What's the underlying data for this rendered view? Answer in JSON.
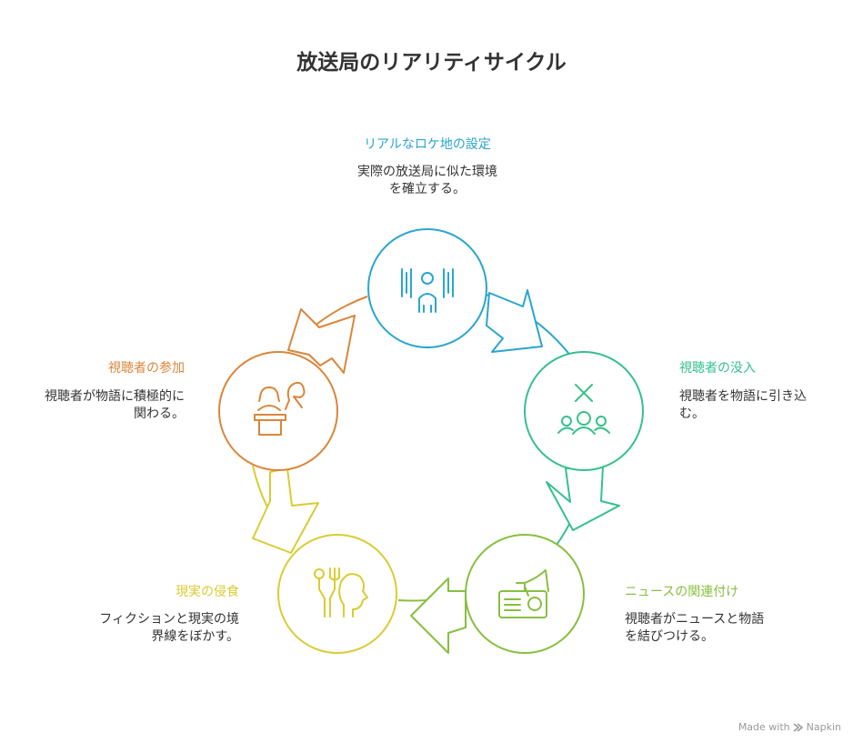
{
  "title": "放送局のリアリティサイクル",
  "stages": [
    {
      "id": "location",
      "title": "リアルなロケ地の設定",
      "desc": "実際の放送局に似た環境\nを確立する。",
      "color": "#2aa5cf",
      "icon": "broadcast-studio-person-icon"
    },
    {
      "id": "immersion",
      "title": "視聴者の没入",
      "desc": "視聴者を物語に引き込\nむ。",
      "color": "#35c08d",
      "icon": "audience-group-icon"
    },
    {
      "id": "news",
      "title": "ニュースの関連付け",
      "desc": "視聴者がニュースと物語\nを結びつける。",
      "color": "#88bf3f",
      "icon": "radio-megaphone-icon"
    },
    {
      "id": "erosion",
      "title": "現実の侵食",
      "desc": "フィクションと現実の境\n界線をぼかす。",
      "color": "#d9cc32",
      "icon": "head-utensils-icon"
    },
    {
      "id": "participation",
      "title": "視聴者の参加",
      "desc": "視聴者が物語に積極的に\n関わる。",
      "color": "#d9863a",
      "icon": "speaker-podium-icon"
    }
  ],
  "footer": {
    "text": "Made with",
    "brand": "Napkin"
  }
}
